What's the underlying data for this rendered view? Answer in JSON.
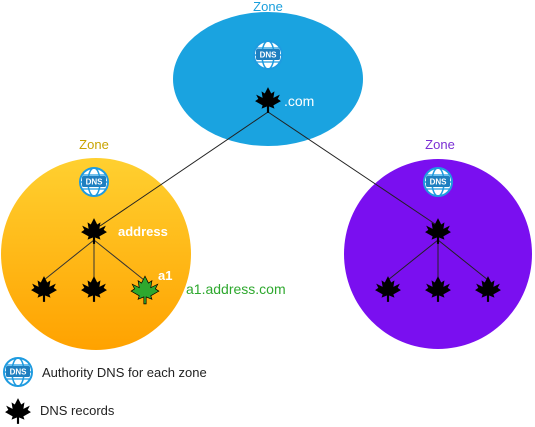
{
  "zones": {
    "top": {
      "title": "Zone",
      "title_color": "#1a9fdc",
      "fill": "#1aa3e0",
      "tld_label": ".com"
    },
    "left": {
      "title": "Zone",
      "title_color": "#c9a400",
      "fill_top": "#ffd030",
      "fill_bottom": "#ffa500",
      "domain_label": "address",
      "leaf_label": "a1"
    },
    "right": {
      "title": "Zone",
      "title_color": "#7b2fd4",
      "fill": "#7a0ff0"
    }
  },
  "fqdn_label": "a1.address.com",
  "dns_badge_text": "DNS",
  "legend": {
    "authority": {
      "icon": "dns-globe-icon",
      "text": "Authority DNS for each zone"
    },
    "records": {
      "icon": "maple-leaf-icon",
      "text": "DNS records"
    }
  },
  "colors": {
    "record": "#000000",
    "highlight_record": "#2ea82e",
    "badge": "#1e9be0"
  }
}
